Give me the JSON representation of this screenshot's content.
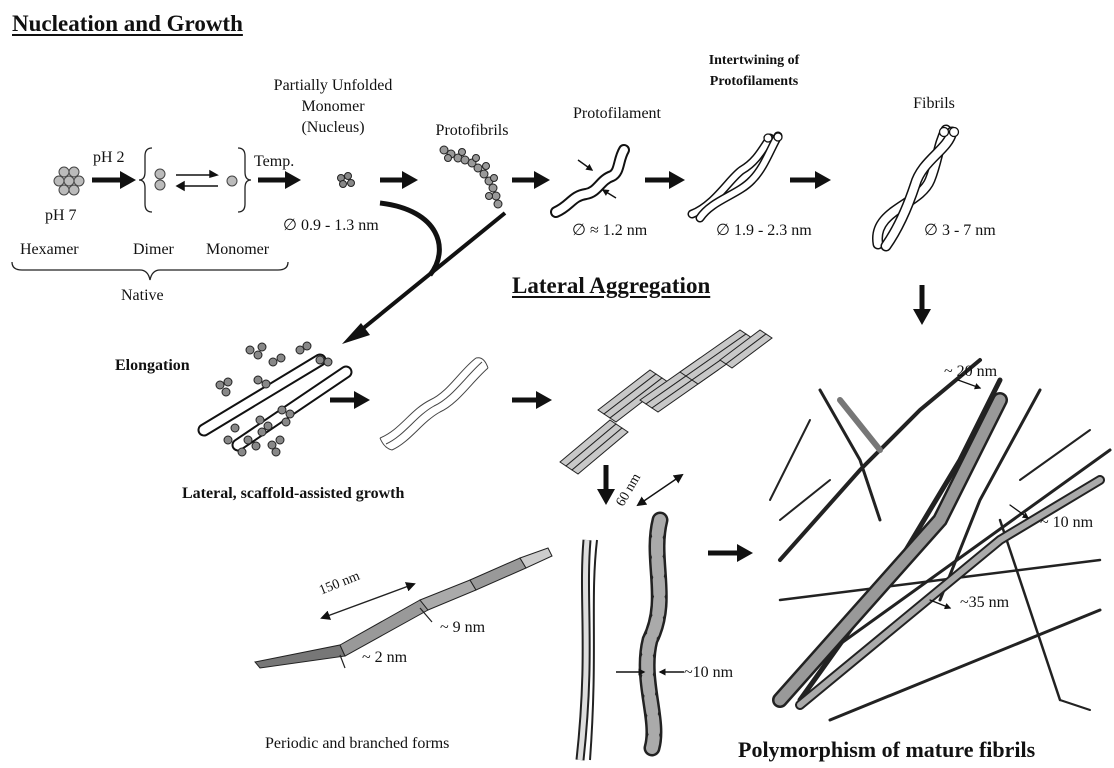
{
  "titles": {
    "nucleation": "Nucleation and Growth",
    "lateral": "Lateral Aggregation",
    "polymorphism": "Polymorphism of mature fibrils"
  },
  "native": {
    "ph2": "pH 2",
    "ph7": "pH 7",
    "temp": "Temp.",
    "hexamer": "Hexamer",
    "dimer": "Dimer",
    "monomer": "Monomer",
    "native": "Native"
  },
  "stages": {
    "partially_unfolded_1": "Partially Unfolded",
    "partially_unfolded_2": "Monomer",
    "partially_unfolded_3": "(Nucleus)",
    "protofibrils": "Protofibrils",
    "protofilament": "Protofilament",
    "intertwining_1": "Intertwining of",
    "intertwining_2": "Protofilaments",
    "fibrils": "Fibrils"
  },
  "diameters": {
    "nucleus": "∅  0.9 - 1.3 nm",
    "protofilament": "∅ ≈ 1.2 nm",
    "intertwined": "∅  1.9 - 2.3 nm",
    "fibrils": "∅   3 - 7 nm"
  },
  "elongation": {
    "label": "Elongation",
    "growth": "Lateral, scaffold-assisted growth"
  },
  "periodic": {
    "p150": "150 nm",
    "p9": "~ 9 nm",
    "p2": "~ 2 nm",
    "caption": "Periodic and branched forms"
  },
  "twisted": {
    "p60": "60 nm",
    "p10": "~10 nm"
  },
  "mature": {
    "p20": "~ 20 nm",
    "p10": "~ 10 nm",
    "p35": "~35 nm"
  }
}
